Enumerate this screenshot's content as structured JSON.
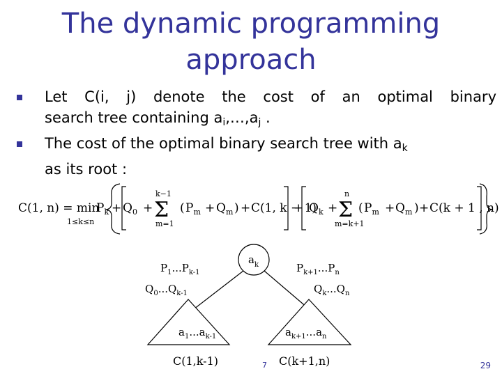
{
  "slide": {
    "title_line1": "The dynamic programming",
    "title_line2": "approach",
    "bullets": [
      {
        "text_a": "Let C(i, j) denote the cost of an optimal binary",
        "text_b": "search tree containing a",
        "sub_i": "i",
        "text_c": ",…,a",
        "sub_j": "j",
        "text_d": " ."
      },
      {
        "text_a": "The cost of the optimal binary search tree with a",
        "sub_k": "k",
        "text_b": "as its root :"
      }
    ],
    "page_number": "29",
    "small_number": "7"
  },
  "formula": {
    "lhs": "C(1, n) = min",
    "under_min": "1≤k≤n",
    "pk": "P",
    "pk_sub": "k",
    "q0": "Q",
    "q0_sub": "0",
    "sum1_top": "k−1",
    "sum1_bot": "m=1",
    "pm1": "P",
    "pm1_sub": "m",
    "qm1": "Q",
    "qm1_sub": "m",
    "c1": "C(1, k − 1)",
    "qk": "Q",
    "qk_sub": "k",
    "sum2_top": "n",
    "sum2_bot": "m=k+1",
    "pm2": "P",
    "pm2_sub": "m",
    "qm2": "Q",
    "qm2_sub": "m",
    "c2": "C(k + 1 , n)"
  },
  "tree": {
    "root_label": "a",
    "root_sub": "k",
    "left_p": "P",
    "left_p_sub1": "1",
    "left_p_mid": "...P",
    "left_p_sub2": "k-1",
    "left_q": "Q",
    "left_q_sub1": "0",
    "left_q_mid": "...Q",
    "left_q_sub2": "k-1",
    "right_p": "P",
    "right_p_sub1": "k+1",
    "right_p_mid": "...P",
    "right_p_sub2": "n",
    "right_q": "Q",
    "right_q_sub1": "k",
    "right_q_mid": "...Q",
    "right_q_sub2": "n",
    "left_sub_a": "a",
    "left_sub_a1": "1",
    "left_sub_mid": "...a",
    "left_sub_a2": "k-1",
    "right_sub_a": "a",
    "right_sub_a1": "k+1",
    "right_sub_mid": "...a",
    "right_sub_a2": "n",
    "left_cost": "C(1,k-1)",
    "right_cost": "C(k+1,n)"
  }
}
